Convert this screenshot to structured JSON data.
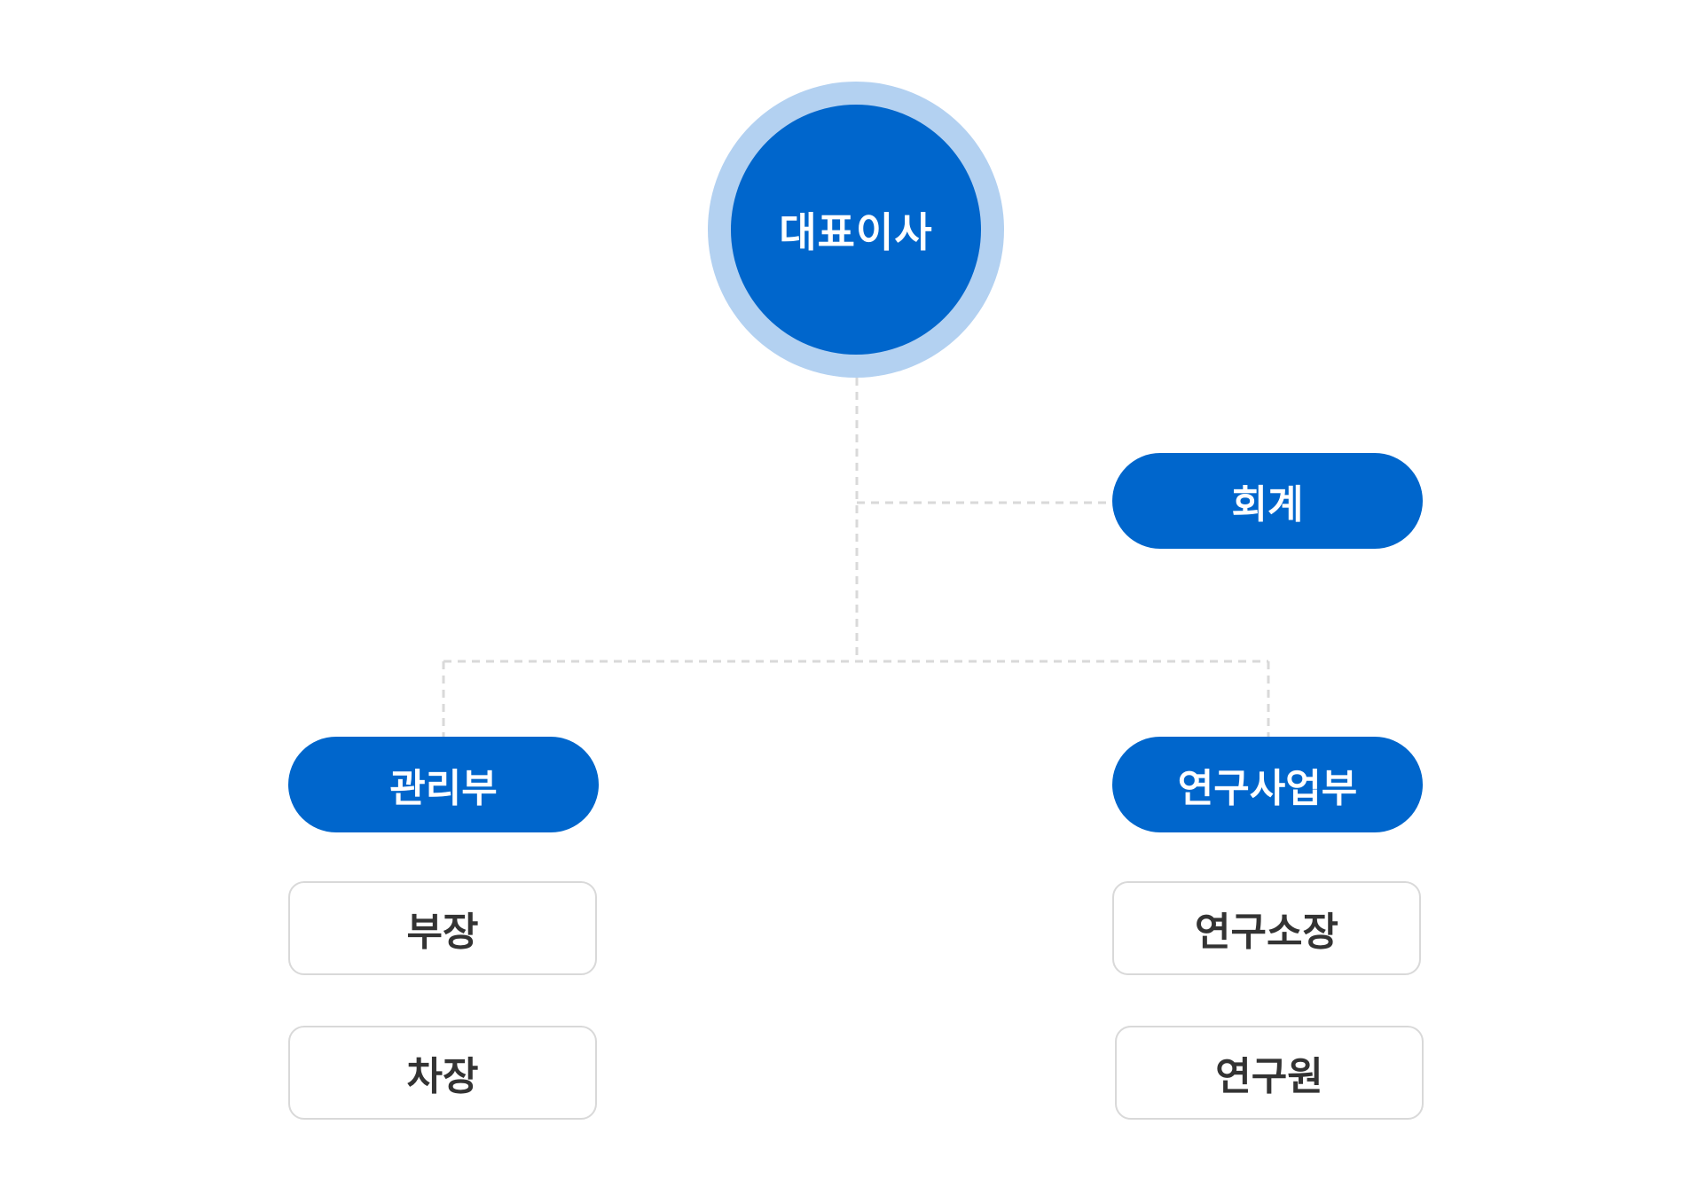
{
  "ceo": {
    "label": "대표이사"
  },
  "accounting": {
    "label": "회계"
  },
  "departments": [
    {
      "label": "관리부",
      "roles": [
        "부장",
        "차장"
      ]
    },
    {
      "label": "연구사업부",
      "roles": [
        "연구소장",
        "연구원"
      ]
    }
  ],
  "colors": {
    "primary": "#0066cc",
    "ring": "#b3d1f1",
    "connector": "#d9d9d9",
    "role_border": "#d9d9d9",
    "role_text": "#333333"
  }
}
